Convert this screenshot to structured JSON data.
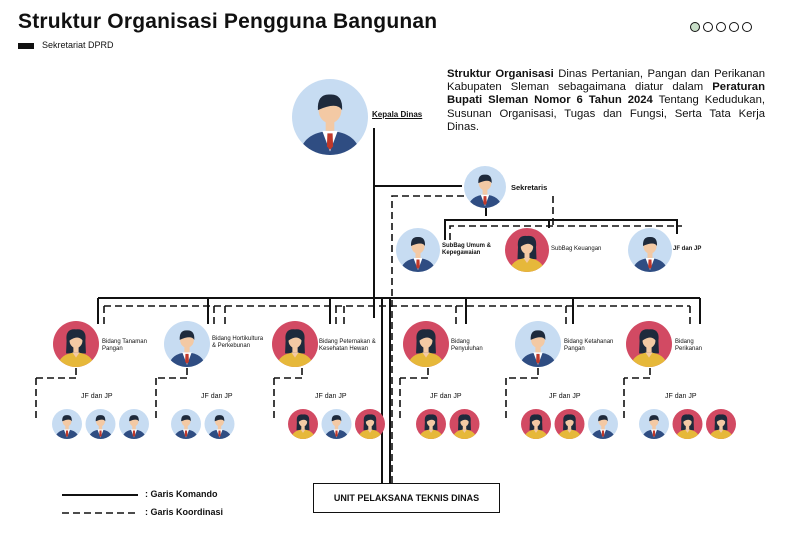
{
  "header": {
    "title": "Struktur Organisasi Pengguna Bangunan",
    "subtitle": "Sekretariat DPRD"
  },
  "description": {
    "p1": "Struktur Organisasi",
    "p2": " Dinas Pertanian, Pangan dan Perikanan Kabupaten Sleman sebagaimana diatur dalam ",
    "p3": "Peraturan Bupati Sleman Nomor 6 Tahun 2024",
    "p4": " Tentang Kedudukan, Susunan Organisasi, Tugas dan Fungsi, Serta Tata Kerja Dinas."
  },
  "kepala": {
    "label": "Kepala Dinas"
  },
  "sekretaris": {
    "label": "Sekretaris"
  },
  "subbag": [
    {
      "label": "SubBag Umum & Kepegawaian",
      "gender": "male"
    },
    {
      "label": "SubBag Keuangan",
      "gender": "female"
    },
    {
      "label": "JF dan JP",
      "gender": "male"
    }
  ],
  "bidang": [
    {
      "label": "Bidang Tanaman Pangan",
      "gender": "female",
      "jf_label": "JF dan JP",
      "staff": [
        "male",
        "male",
        "male"
      ]
    },
    {
      "label": "Bidang Hortikultura & Perkebunan",
      "gender": "male",
      "jf_label": "JF dan JP",
      "staff": [
        "male",
        "male"
      ]
    },
    {
      "label": "Bidang Peternakan & Kesehatan Hewan",
      "gender": "female",
      "jf_label": "JF dan JP",
      "staff": [
        "female",
        "male",
        "female"
      ]
    },
    {
      "label": "Bidang Penyuluhan",
      "gender": "female",
      "jf_label": "JF dan JP",
      "staff": [
        "female",
        "female"
      ]
    },
    {
      "label": "Bidang Ketahanan Pangan",
      "gender": "male",
      "jf_label": "JF dan JP",
      "staff": [
        "female",
        "female",
        "male"
      ]
    },
    {
      "label": "Bidang Perikanan",
      "gender": "female",
      "jf_label": "JF dan JP",
      "staff": [
        "male",
        "female",
        "female"
      ]
    }
  ],
  "upt": {
    "label": "UNIT PELAKSANA TEKNIS DINAS"
  },
  "legend": {
    "komando": ": Garis Komando",
    "koordinasi": ": Garis Koordinasi"
  },
  "colors": {
    "male_bg": "#c7dcf2",
    "female_bg": "#d24a63",
    "suit": "#2f4d82",
    "skin": "#f3c9a4",
    "female_shirt": "#e6b83a",
    "tie": "#c0392b"
  }
}
